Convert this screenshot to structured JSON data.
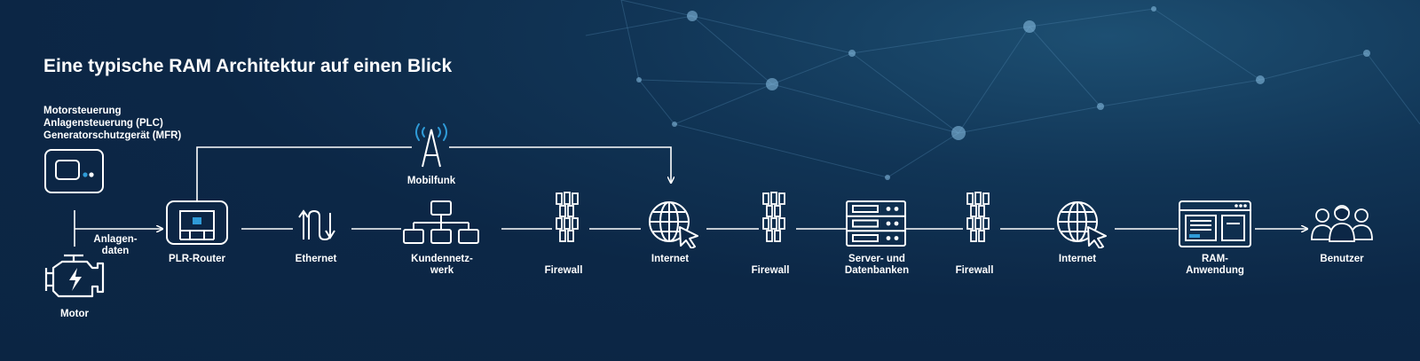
{
  "diagram": {
    "title": "Eine typische RAM Architektur auf einen Blick",
    "controller_lines": [
      "Motorsteuerung",
      "Anlagensteuerung (PLC)",
      "Generatorschutzgerät (MFR)"
    ],
    "edge_label": "Anlagen-\ndaten",
    "nodes": {
      "motor": "Motor",
      "plr_router": "PLR-Router",
      "ethernet": "Ethernet",
      "kundennetzwerk": "Kundennetz-\nwerk",
      "mobilfunk": "Mobilfunk",
      "firewall_1": "Firewall",
      "internet_1": "Internet",
      "firewall_2": "Firewall",
      "server": "Server- und\nDatenbanken",
      "firewall_3": "Firewall",
      "internet_2": "Internet",
      "ram_anwendung": "RAM-\nAnwendung",
      "benutzer": "Benutzer"
    }
  },
  "colors": {
    "background": "#0b2543",
    "foreground": "#ffffff",
    "accent": "#2f9bd8"
  }
}
